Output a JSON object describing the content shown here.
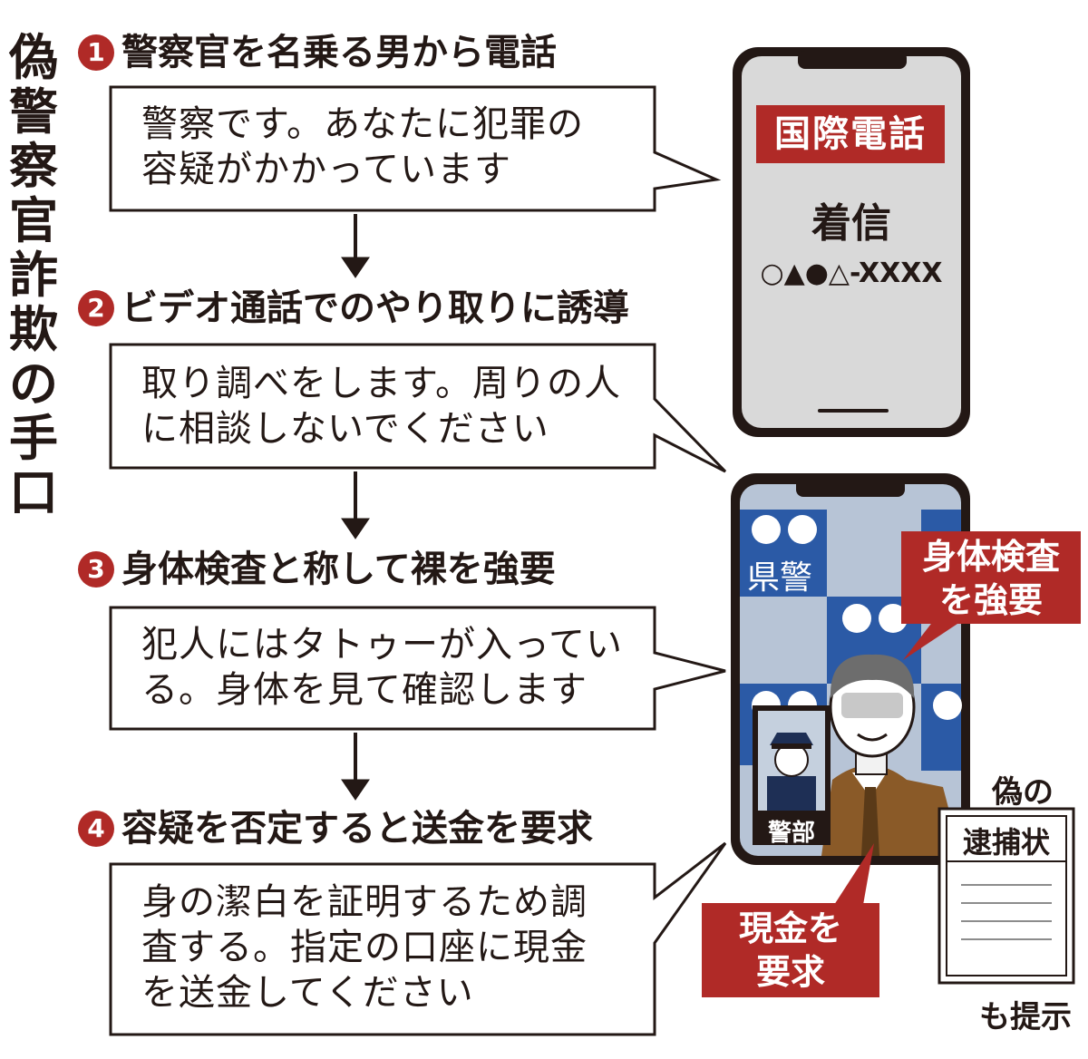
{
  "title_chars": [
    "偽",
    "警",
    "察",
    "官",
    "詐",
    "欺",
    "の",
    "手",
    "口"
  ],
  "steps": [
    {
      "num": "1",
      "heading": "警察官を名乗る男から電話",
      "lines": [
        "警察です。あなたに犯罪の",
        "容疑がかかっています"
      ]
    },
    {
      "num": "2",
      "heading": "ビデオ通話でのやり取りに誘導",
      "lines": [
        "取り調べをします。周りの人",
        "に相談しないでください"
      ]
    },
    {
      "num": "3",
      "heading": "身体検査と称して裸を強要",
      "lines": [
        "犯人にはタトゥーが入ってい",
        "る。身体を見て確認します"
      ]
    },
    {
      "num": "4",
      "heading": "容疑を否定すると送金を要求",
      "lines": [
        "身の潔白を証明するため調",
        "査する。指定の口座に現金",
        "を送金してください"
      ]
    }
  ],
  "phone1": {
    "banner": "国際電話",
    "status": "着信",
    "number": "○▲●△-XXXX"
  },
  "phone2": {
    "bg_text": "県警",
    "officer_label": "警部"
  },
  "callout_body": {
    "lines": [
      "身体検査",
      "を強要"
    ]
  },
  "callout_money": {
    "lines": [
      "現金を",
      "要求"
    ]
  },
  "warrant": {
    "top": "偽の",
    "title": "逮捕状",
    "bottom": "も提示"
  },
  "colors": {
    "accent_red": "#b02a27",
    "ink": "#231815",
    "phone_screen": "#d9d9d9",
    "video_bg": "#b7c4d6",
    "suit": "#8a5a28"
  }
}
